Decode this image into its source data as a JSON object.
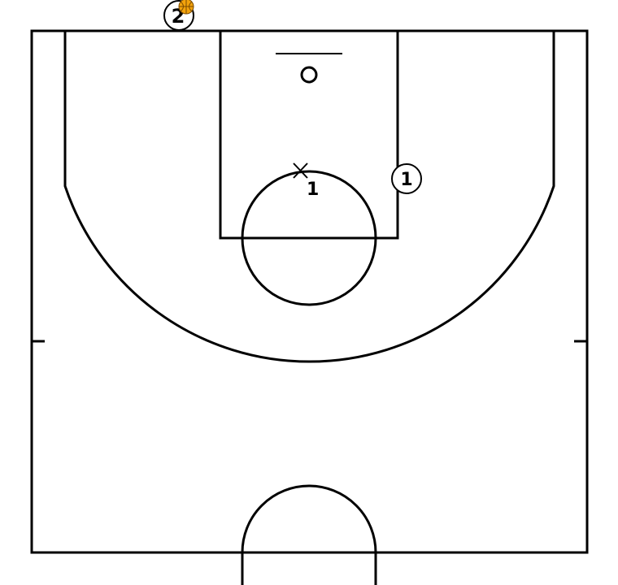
{
  "colors": {
    "background": "#ffffff",
    "lines": "#000000",
    "ball": "#f2a20c",
    "ball_seams": "#7a4a00"
  },
  "offense": [
    {
      "label": "1"
    },
    {
      "label": "2",
      "has_ball": true
    }
  ],
  "defense": [
    {
      "mark": "X",
      "label": "1"
    }
  ],
  "icons": {
    "ball": "basketball-icon"
  }
}
